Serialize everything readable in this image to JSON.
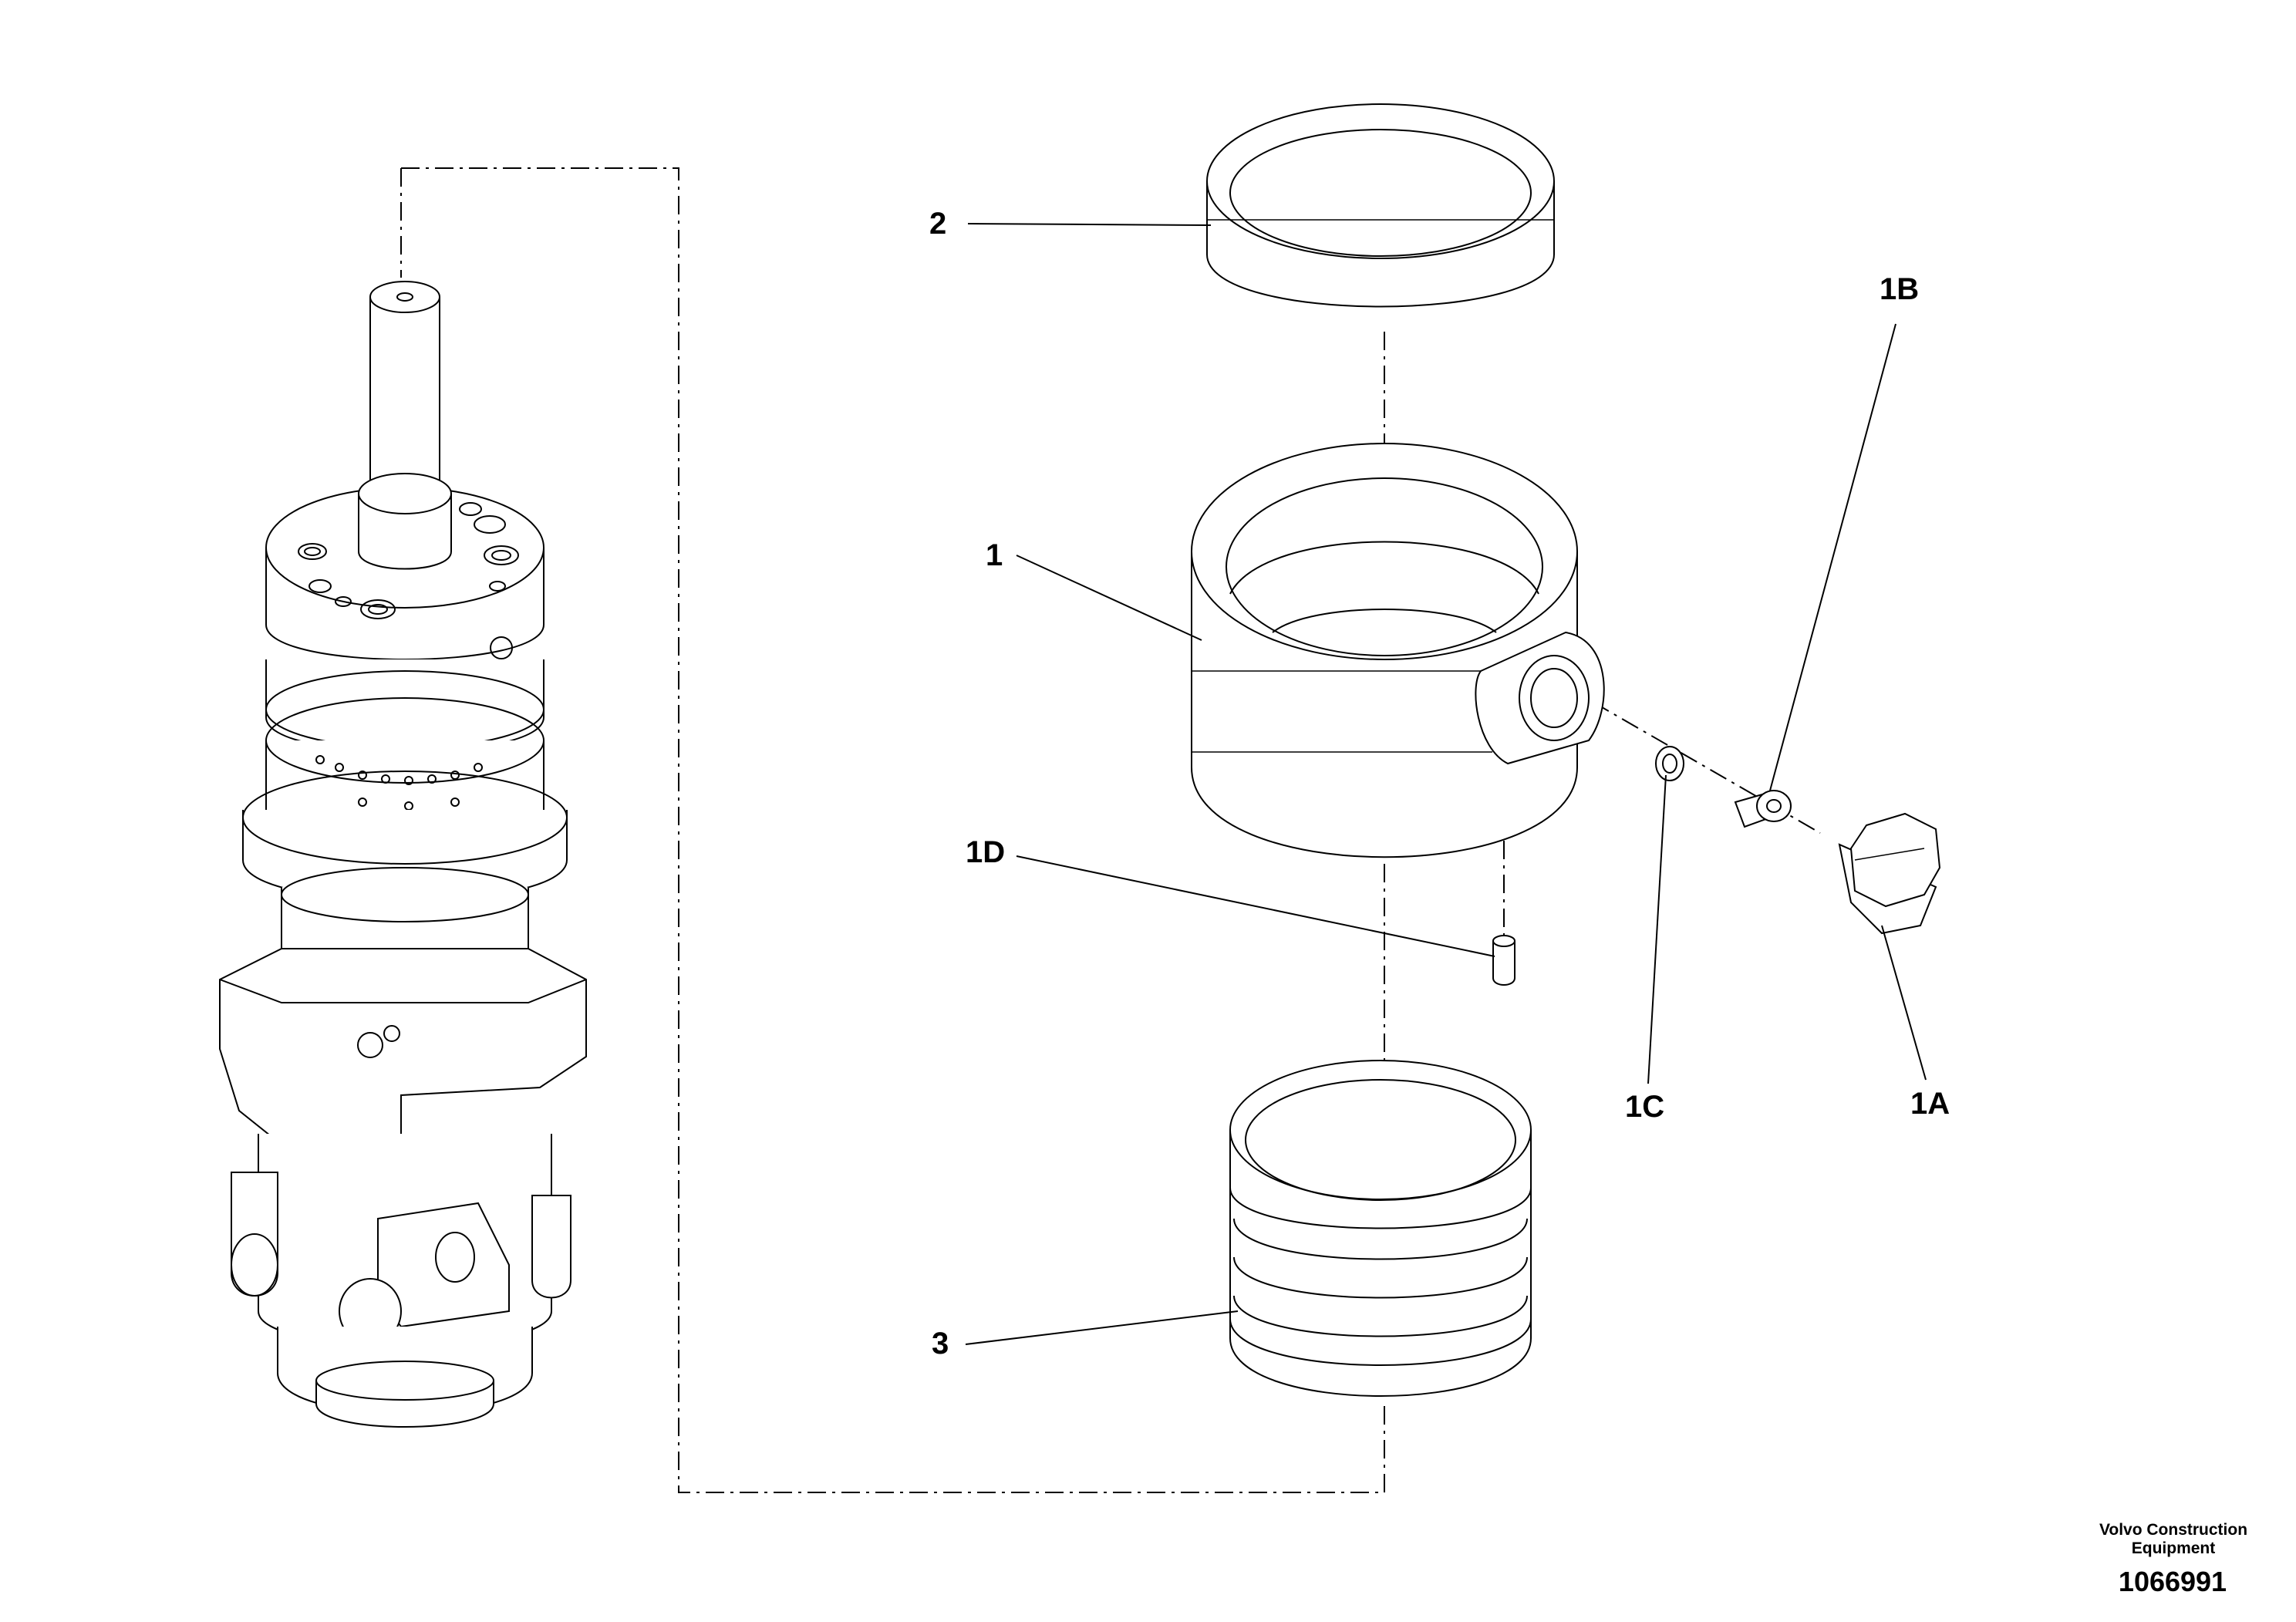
{
  "callouts": {
    "c2": "2",
    "c1": "1",
    "c1b": "1B",
    "c1d": "1D",
    "c1c": "1C",
    "c1a": "1A",
    "c3": "3"
  },
  "footer": {
    "brand_line1": "Volvo Construction",
    "brand_line2": "Equipment",
    "doc_number": "1066991"
  }
}
